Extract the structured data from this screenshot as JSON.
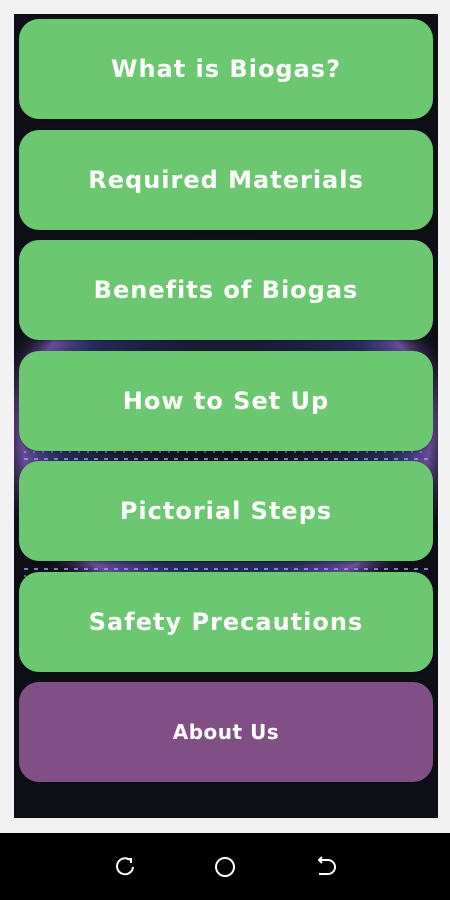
{
  "menu": {
    "items": [
      {
        "label": "What is Biogas?"
      },
      {
        "label": "Required Materials"
      },
      {
        "label": "Benefits of Biogas"
      },
      {
        "label": "How to Set Up"
      },
      {
        "label": "Pictorial Steps"
      },
      {
        "label": "Safety Precautions"
      }
    ],
    "about_label": "About Us"
  },
  "colors": {
    "primary_button": "#6bc870",
    "about_button": "#7f4f86",
    "background": "#0e0f16",
    "flame_blue": "#6f8cff",
    "flame_purple": "#b07cff"
  },
  "nav_icons": [
    "recents-icon",
    "home-icon",
    "back-icon"
  ]
}
